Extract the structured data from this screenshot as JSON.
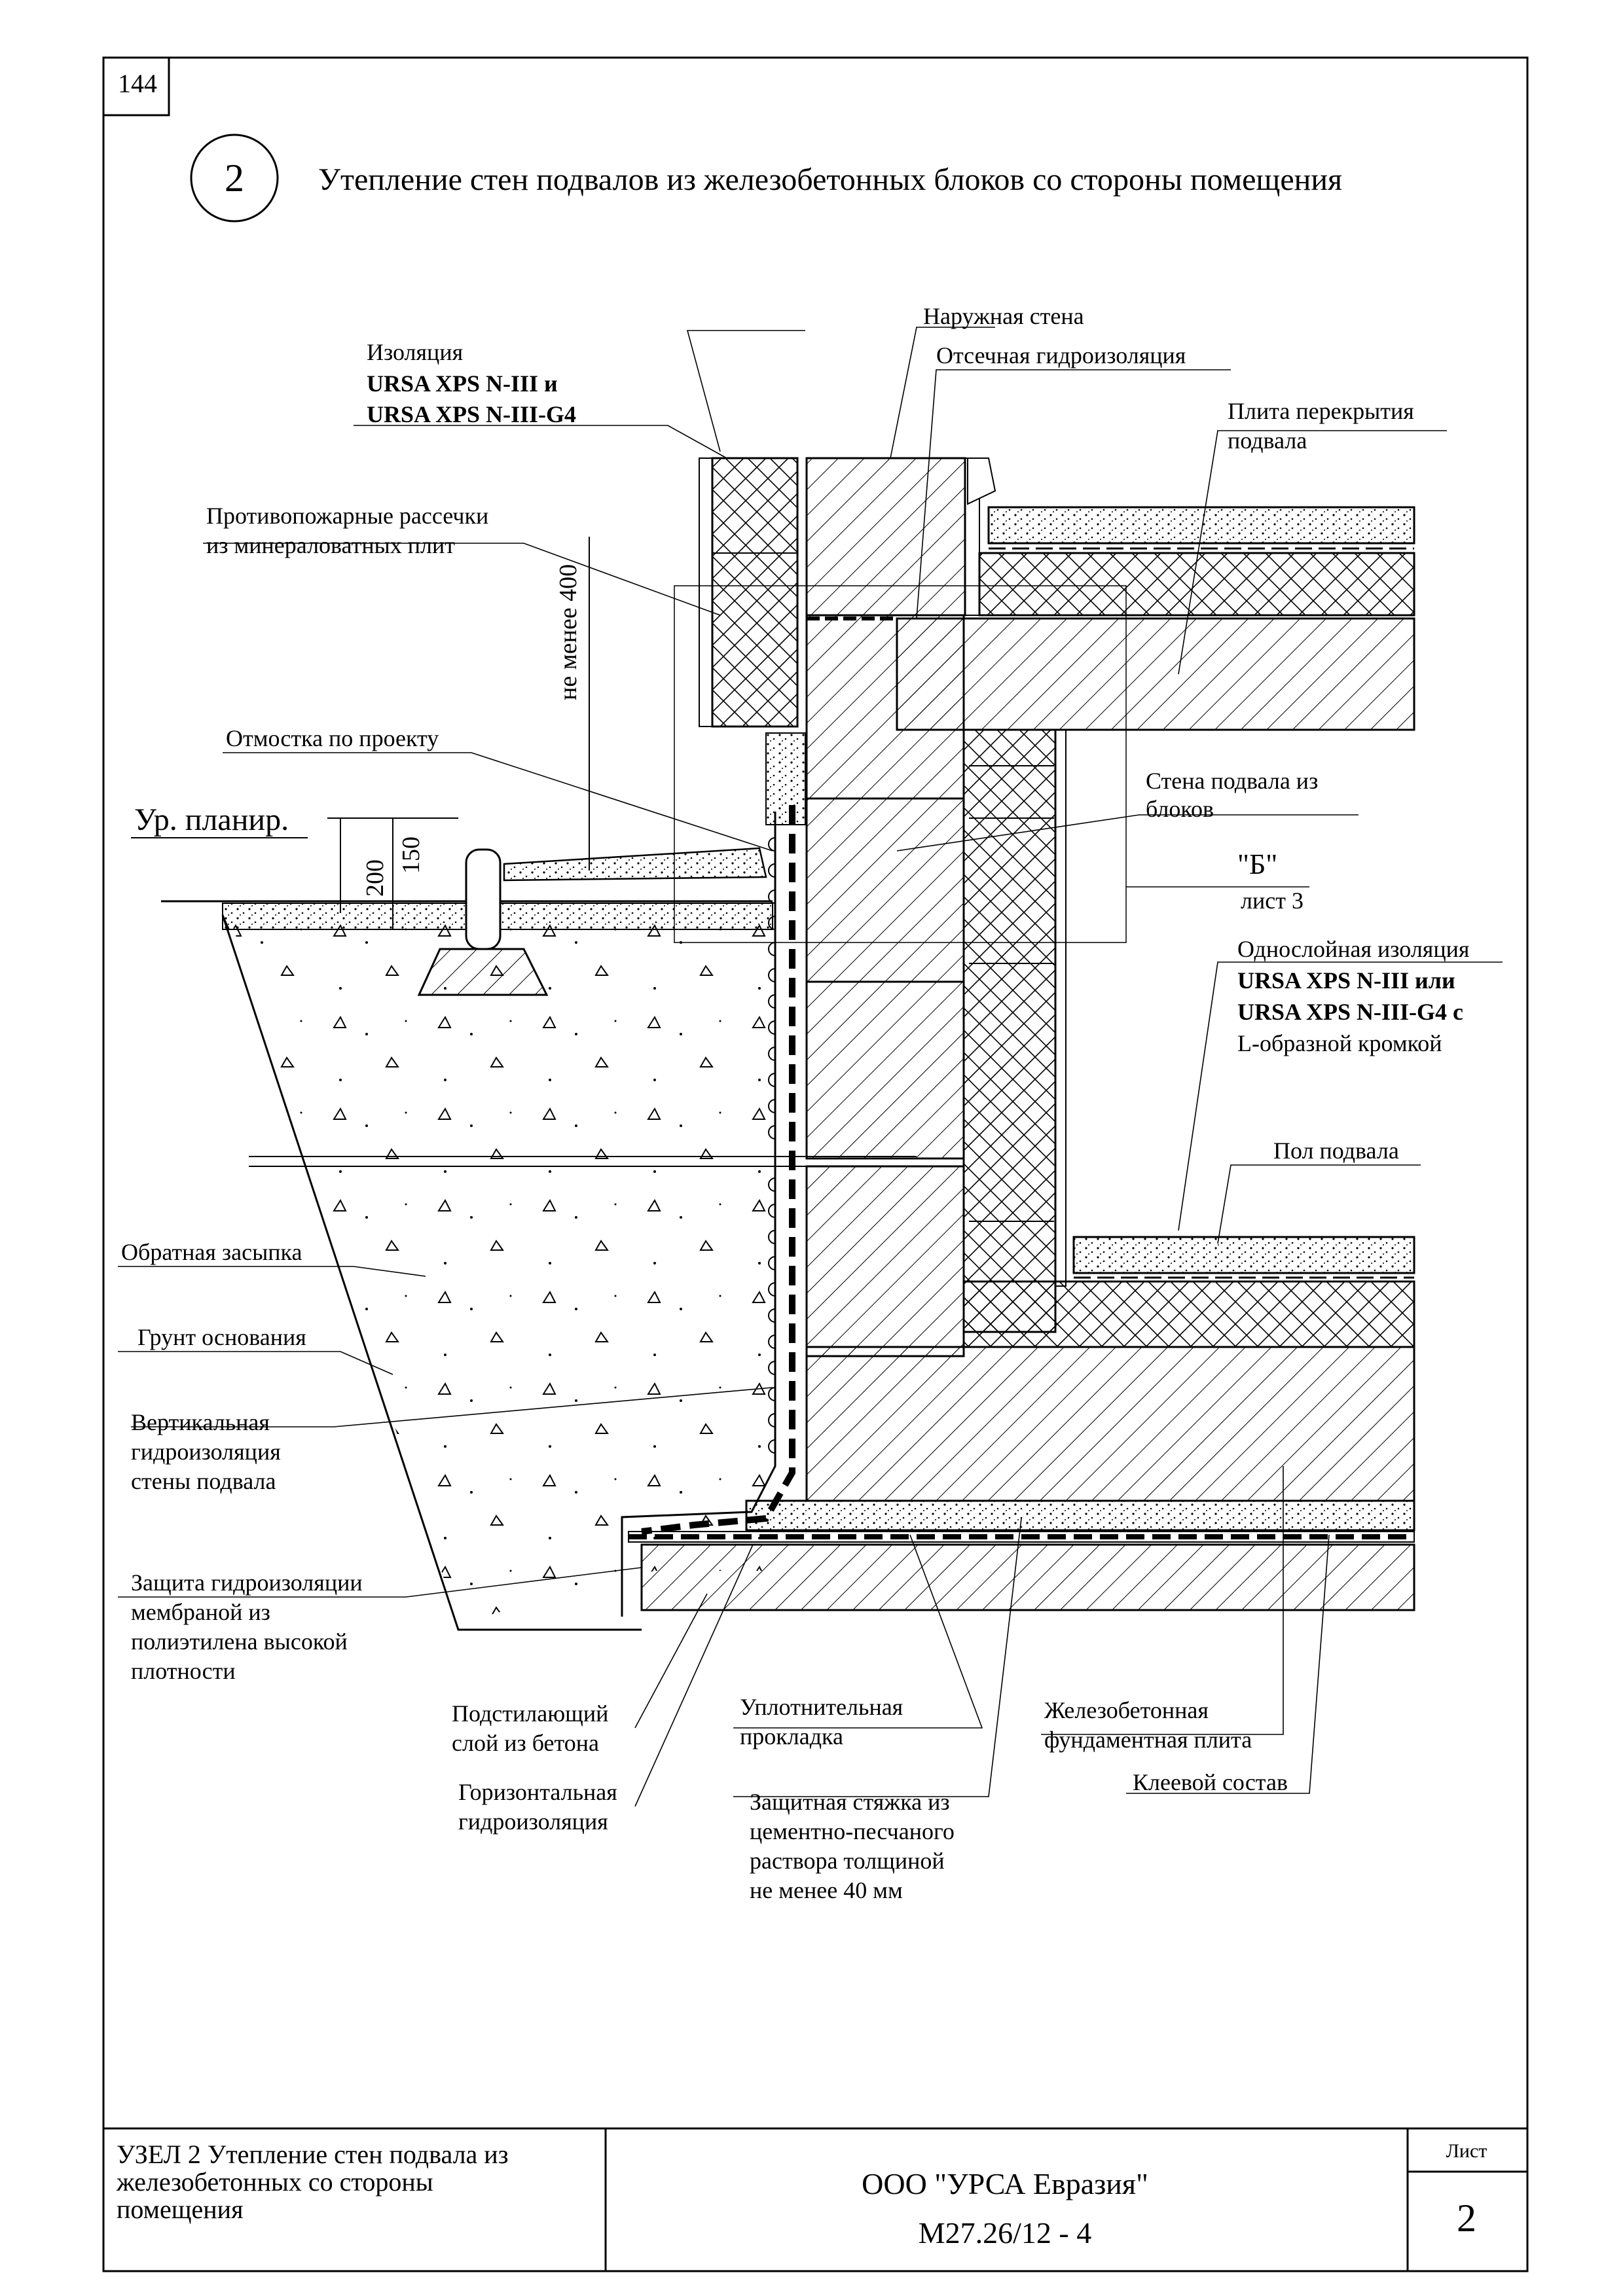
{
  "page_number": "144",
  "node_number": "2",
  "title": "Утепление стен подвалов из железобетонных блоков со стороны помещения",
  "labels": {
    "outer_wall": "Наружная стена",
    "cutoff_waterproofing": "Отсечная  гидроизоляция",
    "slab_line1": "Плита перекрытия",
    "slab_line2": "подвала",
    "insulation_line1": "Изоляция",
    "insulation_line2": "URSA XPS N-III и",
    "insulation_line3": "URSA XPS N-III-G4",
    "firebreak_line1": "Противопожарные рассечки",
    "firebreak_line2": "из минераловатных плит",
    "min400": "не менее 400",
    "blind_area": "Отмостка по проекту",
    "grade_level": "Ур. планир.",
    "dim200": "200",
    "dim150": "150",
    "basement_wall_line1": "Стена подвала из",
    "basement_wall_line2": "блоков",
    "ref_b": "\"Б\"",
    "ref_sheet": "лист 3",
    "single_layer_line1": "Однослойная изоляция",
    "single_layer_line2": "URSA XPS N-III или",
    "single_layer_line3": "URSA XPS N-III-G4 с",
    "single_layer_line4": "L-образной кромкой",
    "basement_floor": "Пол подвала",
    "backfill": "Обратная засыпка",
    "base_soil": "Грунт основания",
    "vertical_wp_line1": "Вертикальная",
    "vertical_wp_line2": "гидроизоляция",
    "vertical_wp_line3": "стены подвала",
    "protection_line1": "Защита гидроизоляции",
    "protection_line2": "мембраной из",
    "protection_line3": "полиэтилена высокой",
    "protection_line4": "плотности",
    "underlay_line1": "Подстилающий",
    "underlay_line2": "слой из бетона",
    "horizontal_wp_line1": "Горизонтальная",
    "horizontal_wp_line2": "гидроизоляция",
    "seal_line1": "Уплотнительная",
    "seal_line2": "прокладка",
    "screed_line1": "Защитная стяжка из",
    "screed_line2": "цементно-песчаного",
    "screed_line3": "раствора толщиной",
    "screed_line4": "не менее 40 мм",
    "foundation_line1": "Железобетонная",
    "foundation_line2": "фундаментная плита",
    "adhesive": "Клеевой состав"
  },
  "title_block": {
    "description_line1": "УЗЕЛ 2 Утепление стен подвала из",
    "description_line2": "железобетонных со стороны",
    "description_line3": "помещения",
    "company": "ООО \"УРСА Евразия\"",
    "code": "М27.26/12 - 4",
    "sheet_label": "Лист",
    "sheet_number": "2"
  }
}
